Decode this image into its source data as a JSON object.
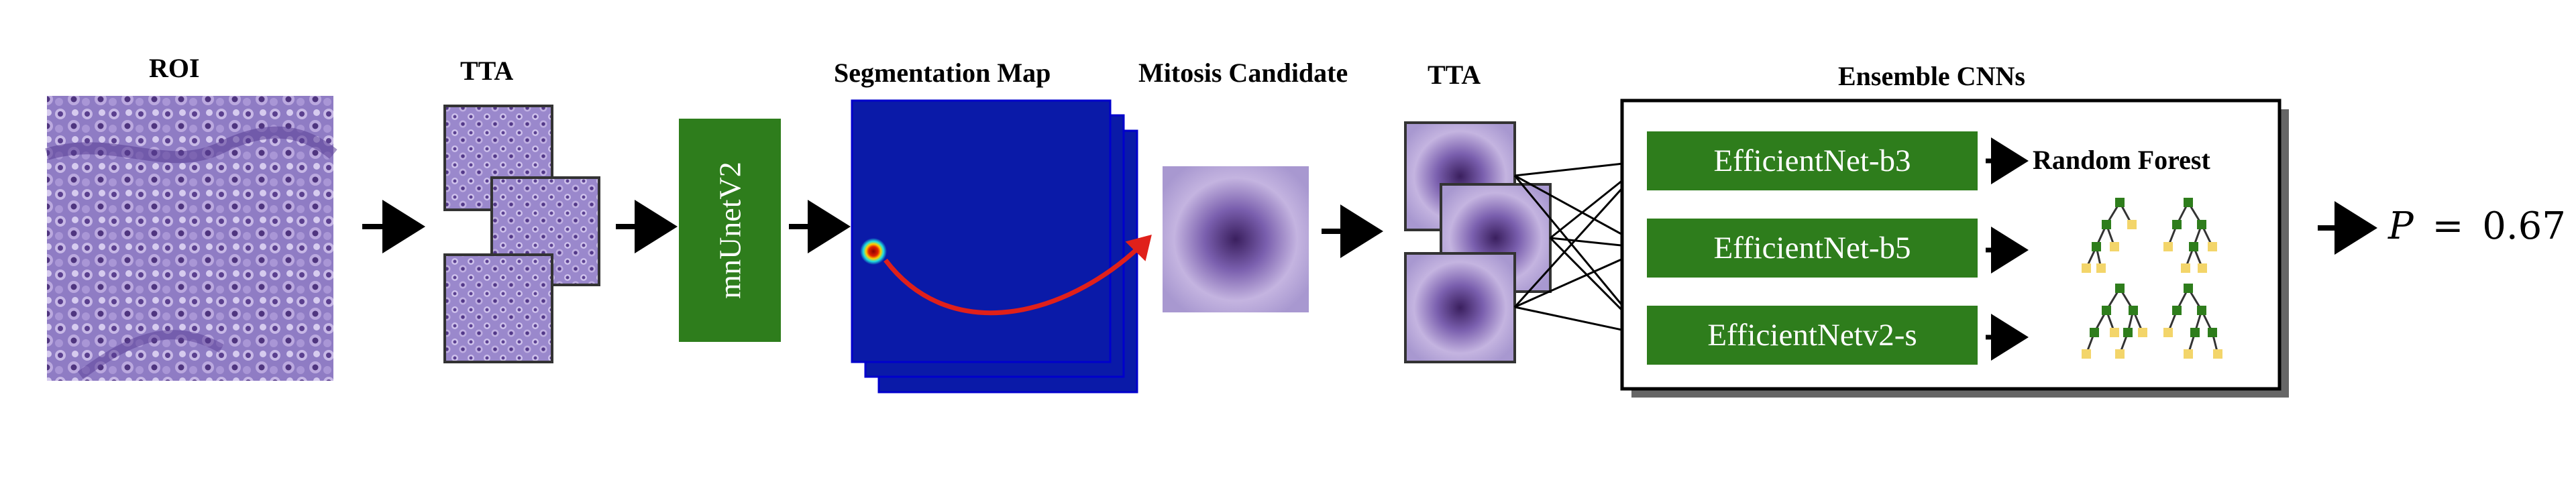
{
  "stages": {
    "roi": "ROI",
    "tta1": "TTA",
    "model": "mnUnetV2",
    "segmentation": "Segmentation Map",
    "candidate": "Mitosis Candidate",
    "tta2": "TTA",
    "ensemble": "Ensemble CNNs"
  },
  "ensemble": {
    "models": [
      "EfficientNet-b3",
      "EfficientNet-b5",
      "EfficientNetv2-s"
    ],
    "classifier": "Random Forest"
  },
  "output": {
    "symbol": "P",
    "equals": "=",
    "value": "0.67"
  },
  "colors": {
    "green": "#2e7d1c",
    "map_blue": "#0a1aa8",
    "arrow_red": "#e0201a",
    "tissue_purple": "#8a70c0"
  }
}
